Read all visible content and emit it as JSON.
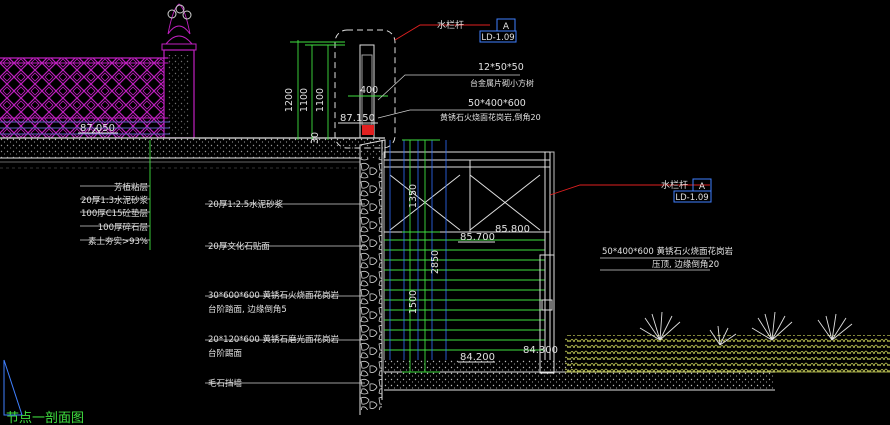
{
  "drawing_title": "节点一剖面图",
  "callouts": {
    "top": {
      "label": "水栏杆",
      "mark": "A",
      "sheet": "LD-1.09"
    },
    "right": {
      "label": "水栏杆",
      "mark": "A",
      "sheet": "LD-1.09"
    }
  },
  "elevations": {
    "wall_top": "87.050",
    "deck_level": "87.150",
    "water_upper_left": "85.700",
    "water_upper_right": "85.800",
    "pool_bottom": "84.200",
    "ground_right": "84.300"
  },
  "dimensions": {
    "post_total": "1200",
    "post_a": "1100",
    "post_b": "1100",
    "post_width": "400",
    "wall_small": "30",
    "wall_upper": "1350",
    "wall_total": "2850",
    "wall_lower": "1500"
  },
  "notes_top_right": [
    {
      "text": "12*50*50"
    },
    {
      "text": "台金属片砌小方树"
    },
    {
      "text": "50*400*600"
    },
    {
      "text": "黄锈石火烧面花岗岩,倒角20"
    }
  ],
  "layer_notes_left": [
    "芳植粘层",
    "20厚1:3水泥砂浆",
    "100厚C15砼垫层",
    "100厚碎石层",
    "素土夯实>93%"
  ],
  "wall_notes": [
    "20厚1:2.5水泥砂浆",
    "20厚文化石贴面",
    "30*600*600   黄锈石火烧面花岗岩",
    "台阶踏面, 边缘倒角5",
    "20*120*600   黄锈石磨光面花岗岩",
    "台阶踢面",
    "毛石挡墙"
  ],
  "right_notes": [
    "50*400*600   黄锈石火烧面花岗岩",
    "压顶, 边缘倒角20"
  ]
}
